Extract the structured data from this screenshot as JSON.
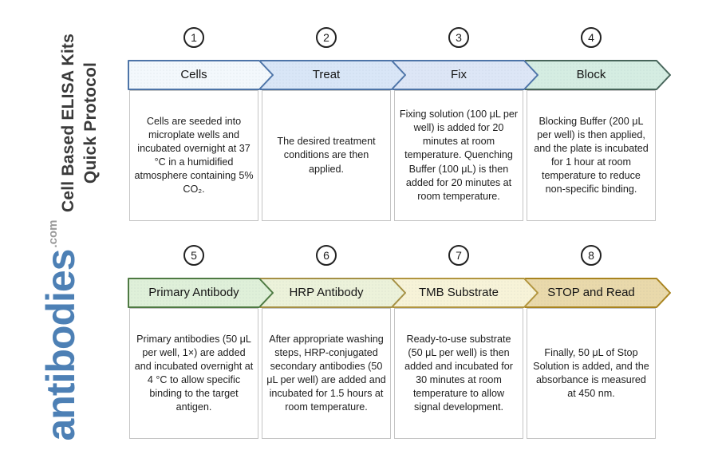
{
  "title": {
    "line1": "Cell Based ELISA Kits",
    "line2": "Quick Protocol",
    "color": "#3a3a3a"
  },
  "logo": {
    "text": "antibodies",
    "suffix": ".com",
    "text_color": "#4d80b5",
    "suffix_color": "#9a9a9a"
  },
  "steps": [
    {
      "number": "1",
      "label": "Cells",
      "description": "Cells are seeded into microplate wells and incubated overnight at 37 °C in a humidified atmosphere containing 5% CO₂.",
      "fill": "#f3f8fc",
      "border": "#4d74a8"
    },
    {
      "number": "2",
      "label": "Treat",
      "description": "The desired treatment conditions are then applied.",
      "fill": "#d9e6f7",
      "border": "#4d74a8"
    },
    {
      "number": "3",
      "label": "Fix",
      "description": "Fixing solution (100 μL per well) is added for 20 minutes at room temperature. Quenching Buffer (100 μL) is then added for 20 minutes at room temperature.",
      "fill": "#dde6f6",
      "border": "#4d74a8"
    },
    {
      "number": "4",
      "label": "Block",
      "description": "Blocking Buffer (200 μL per well) is then applied, and the plate is incubated for 1 hour at room temperature to reduce non-specific binding.",
      "fill": "#d5ede2",
      "border": "#47655a"
    },
    {
      "number": "5",
      "label": "Primary Antibody",
      "description": "Primary antibodies (50 μL per well, 1×) are added and incubated overnight at 4 °C to allow specific binding to the target antigen.",
      "fill": "#dff0d9",
      "border": "#4e7a42"
    },
    {
      "number": "6",
      "label": "HRP Antibody",
      "description": "After appropriate washing steps, HRP-conjugated secondary antibodies (50 μL per well) are added and incubated for 1.5 hours at room temperature.",
      "fill": "#ecf2da",
      "border": "#a59044"
    },
    {
      "number": "7",
      "label": "TMB Substrate",
      "description": "Ready-to-use substrate (50 μL per well) is then added and incubated for 30 minutes at room temperature to allow signal development.",
      "fill": "#f7f3d8",
      "border": "#b2953e"
    },
    {
      "number": "8",
      "label": "STOP and Read",
      "description": "Finally, 50 μL of Stop Solution is added, and the absorbance is measured at 450 nm.",
      "fill": "#e9d9ab",
      "border": "#a9841f"
    }
  ]
}
